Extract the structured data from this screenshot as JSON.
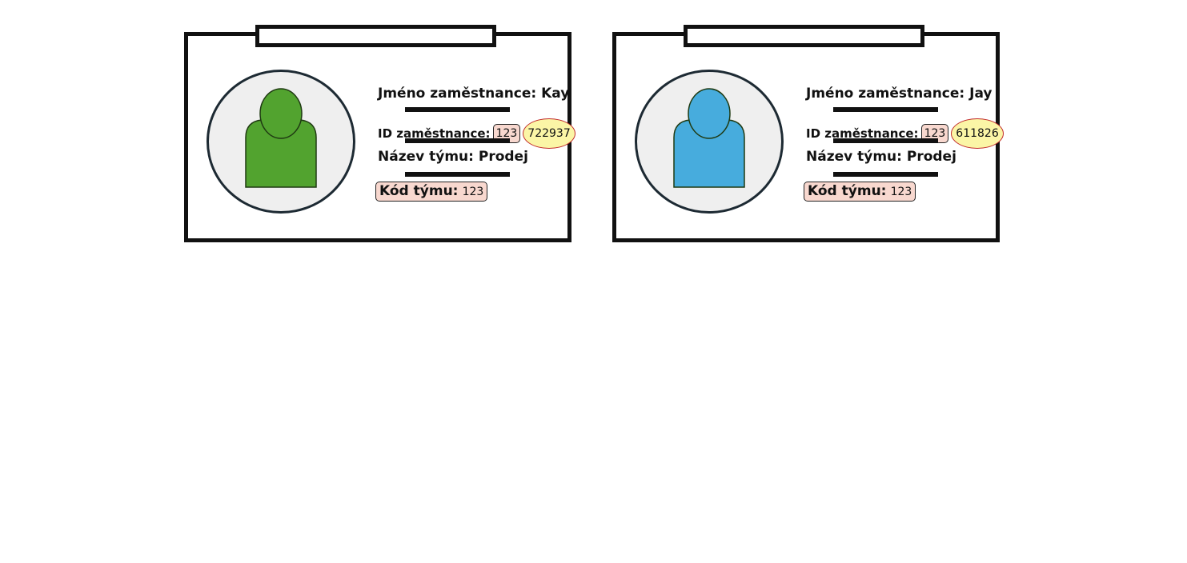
{
  "badges": [
    {
      "name_label": "Jméno zaměstnance: Kay",
      "id_label": "ID zaměstnance:",
      "id_prefix": "123",
      "id_number": "722937",
      "team_label": "Název týmu: Prodej",
      "team_code_label": "Kód týmu:",
      "team_code_value": "123",
      "avatar_color": "#52a32f"
    },
    {
      "name_label": "Jméno zaměstnance: Jay",
      "id_label": "ID zaměstnance:",
      "id_prefix": "123",
      "id_number": "611826",
      "team_label": "Název týmu: Prodej",
      "team_code_label": "Kód týmu:",
      "team_code_value": "123",
      "avatar_color": "#47acdd"
    }
  ],
  "colors": {
    "outline": "#111111",
    "photo_background": "#efefef",
    "prefix_highlight": "#f8d8cf",
    "id_highlight": "#fbf5a6",
    "id_highlight_border": "#c22a2a"
  }
}
